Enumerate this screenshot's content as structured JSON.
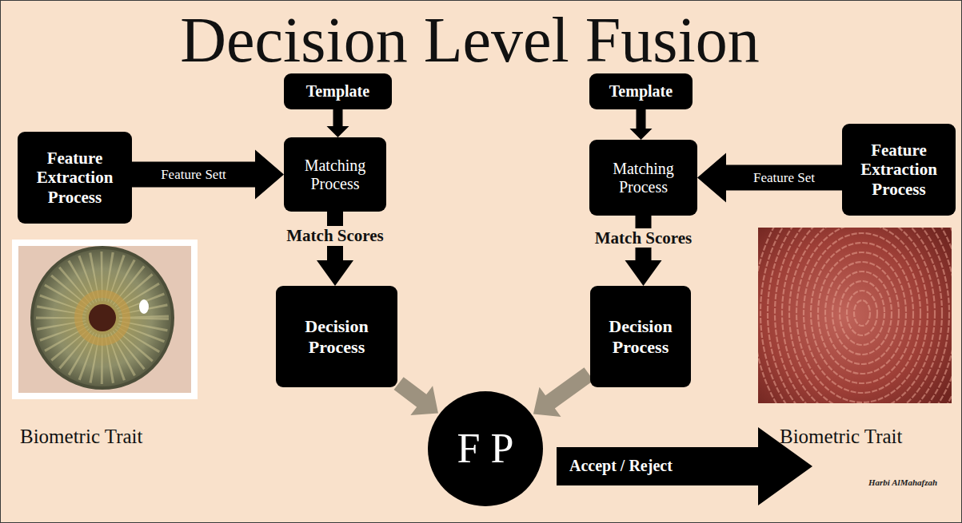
{
  "diagram": {
    "title": "Decision Level Fusion",
    "nodes": [
      {
        "text": [
          "Feature Extraction Process"
        ]
      },
      {
        "text": [
          "Template"
        ]
      },
      {
        "text": [
          "Matching Process"
        ]
      },
      {
        "text": [
          "Template"
        ]
      },
      {
        "text": [
          "Matching Process"
        ]
      },
      {
        "text": [
          "Feature Extraction Process"
        ]
      },
      {
        "text": [
          "Decision Process"
        ]
      },
      {
        "text": [
          "Decision Process"
        ]
      },
      {
        "text": [
          "F P"
        ]
      }
    ],
    "edges": [
      {
        "from": 0,
        "to": 2,
        "arrow": "to",
        "label": "Feature Sett"
      },
      {
        "from": 1,
        "to": 2,
        "arrow": "to"
      },
      {
        "from": 3,
        "to": 4,
        "arrow": "to"
      },
      {
        "from": 5,
        "to": 4,
        "arrow": "to",
        "label": "Feature Set"
      },
      {
        "from": 2,
        "to": 6,
        "arrow": "to",
        "label": "Match Scores"
      },
      {
        "from": 4,
        "to": 7,
        "arrow": "to",
        "label": "Match Scores"
      },
      {
        "from": 6,
        "to": 8,
        "arrow": "to"
      },
      {
        "from": 7,
        "to": 8,
        "arrow": "to"
      }
    ],
    "labels": [
      "Biometric Trait",
      "Biometric Trait",
      "Accept / Reject",
      "Harbi AlMahafzah"
    ]
  }
}
